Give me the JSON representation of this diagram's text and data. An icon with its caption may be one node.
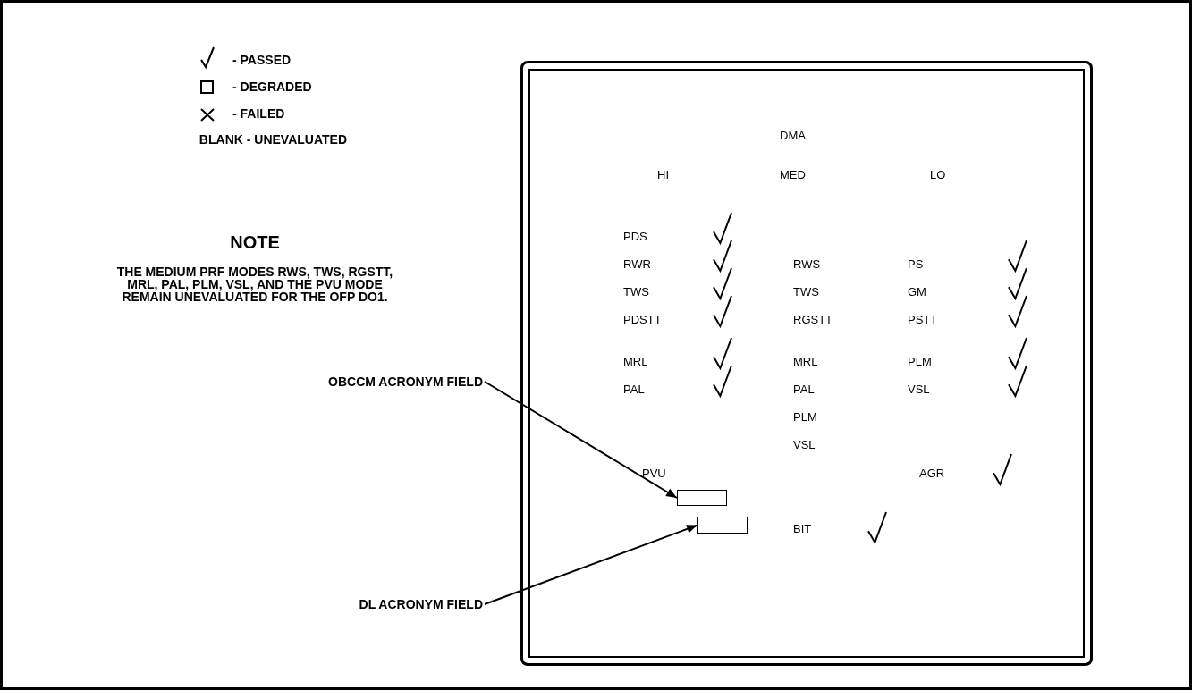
{
  "diagram": {
    "nodes": [
      {
        "text": [],
        "shape": "box"
      },
      {
        "text": [],
        "shape": "box",
        "in": 0
      },
      {
        "text": [],
        "shape": "box",
        "in": 0
      },
      {
        "text": [
          "OBCCM ACRONYM FIELD"
        ]
      },
      {
        "text": [
          "DL ACRONYM FIELD"
        ]
      }
    ],
    "edges": [
      {
        "from": 3,
        "to": 1,
        "arrow": "to"
      },
      {
        "from": 4,
        "to": 2,
        "arrow": "to"
      }
    ],
    "labels": [
      "NOTE",
      "THE MEDIUM PRF MODES RWS, TWS, RGSTT, MRL, PAL, PLM, VSL, AND THE PVU MODE REMAIN UNEVALUATED FOR THE OFP DO1.",
      "DMA",
      "HI",
      "MED",
      "LO",
      "PDS",
      "RWR",
      "RWS",
      "PS",
      "TWS",
      "TWS",
      "GM",
      "PDSTT",
      "RGSTT",
      "PSTT",
      "MRL",
      "MRL",
      "PLM",
      "PAL",
      "PAL",
      "VSL",
      "PLM",
      "VSL",
      "PVU",
      "AGR",
      "BIT"
    ],
    "legend": [
      {
        "text": "- PASSED"
      },
      {
        "text": "- DEGRADED"
      },
      {
        "text": "- FAILED"
      },
      {
        "text": "BLANK - UNEVALUATED"
      }
    ]
  }
}
